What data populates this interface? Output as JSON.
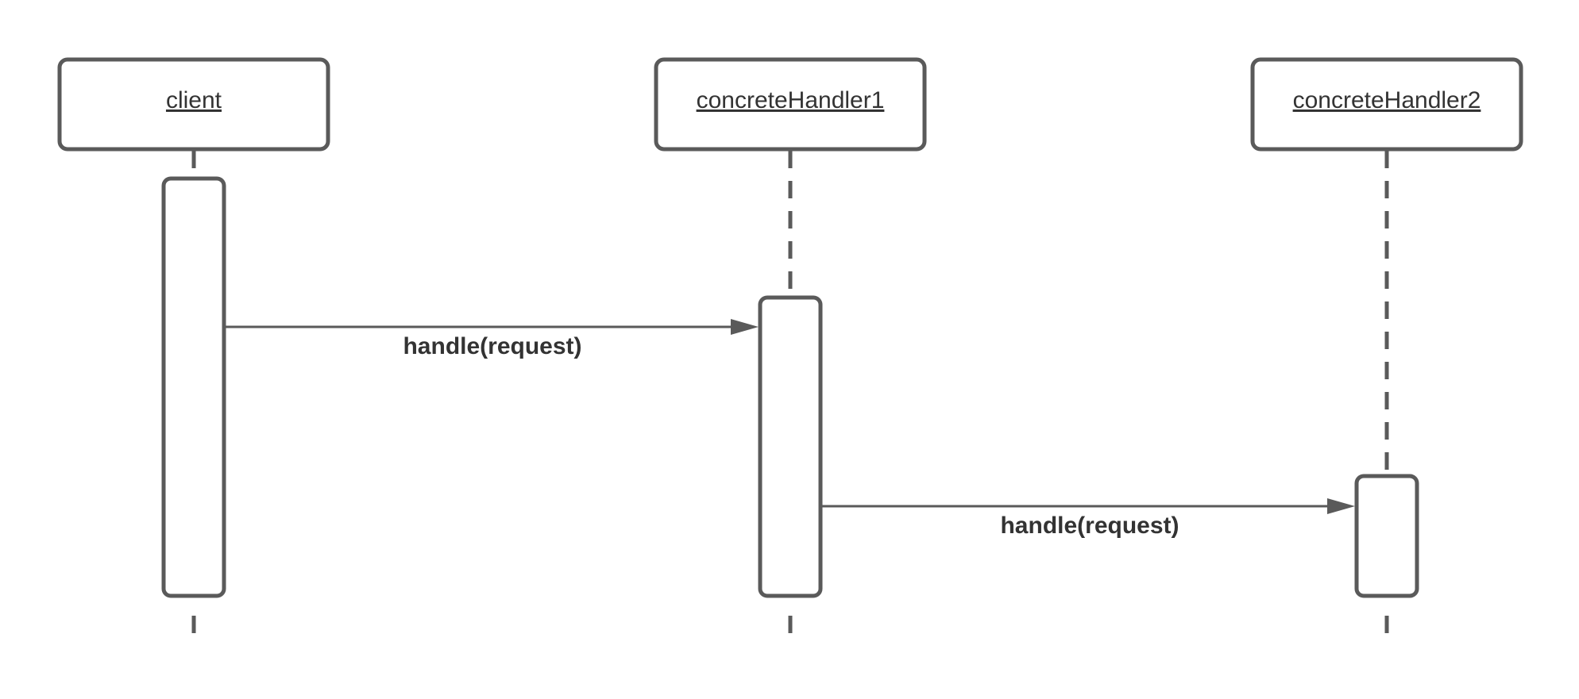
{
  "colors": {
    "stroke": "#5a5a5a",
    "text": "#333333",
    "background": "#ffffff"
  },
  "participants": [
    {
      "id": "client",
      "label": "client"
    },
    {
      "id": "handler1",
      "label": "concreteHandler1"
    },
    {
      "id": "handler2",
      "label": "concreteHandler2"
    }
  ],
  "messages": [
    {
      "from": "client",
      "to": "concreteHandler1",
      "label": "handle(request)"
    },
    {
      "from": "concreteHandler1",
      "to": "concreteHandler2",
      "label": "handle(request)"
    }
  ]
}
